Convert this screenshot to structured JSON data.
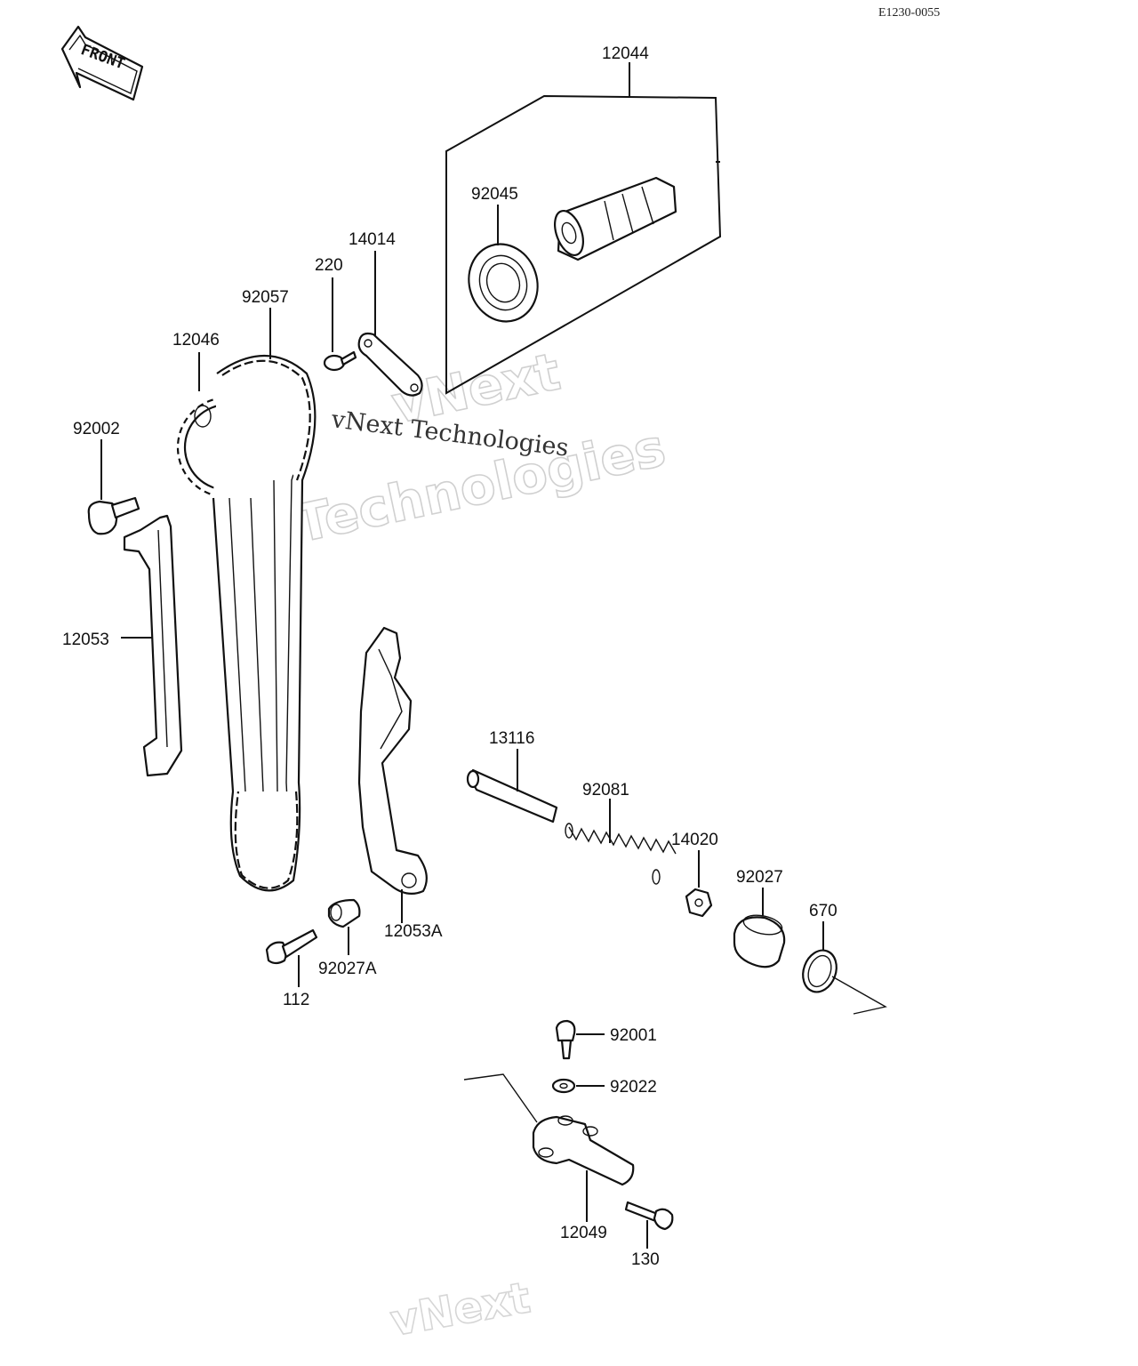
{
  "diagram": {
    "reference_code": "E1230-0055",
    "front_arrow": {
      "label": "FRONT",
      "icon": "front-arrow-icon"
    },
    "watermark": {
      "text_plain": "vNext Technologies",
      "text_outline_1": "vNext",
      "text_outline_2": "Technologies",
      "text_bottom": "vNext"
    },
    "part_labels": {
      "p12044": "12044",
      "p92045": "92045",
      "p14014": "14014",
      "p220": "220",
      "p92057": "92057",
      "p12046": "12046",
      "p92002": "92002",
      "p12053": "12053",
      "p12053A": "12053A",
      "p13116": "13116",
      "p92081": "92081",
      "p14020": "14020",
      "p92027": "92027",
      "p670": "670",
      "p92027A": "92027A",
      "p112": "112",
      "p92001": "92001",
      "p92022": "92022",
      "p12049": "12049",
      "p130": "130"
    }
  }
}
